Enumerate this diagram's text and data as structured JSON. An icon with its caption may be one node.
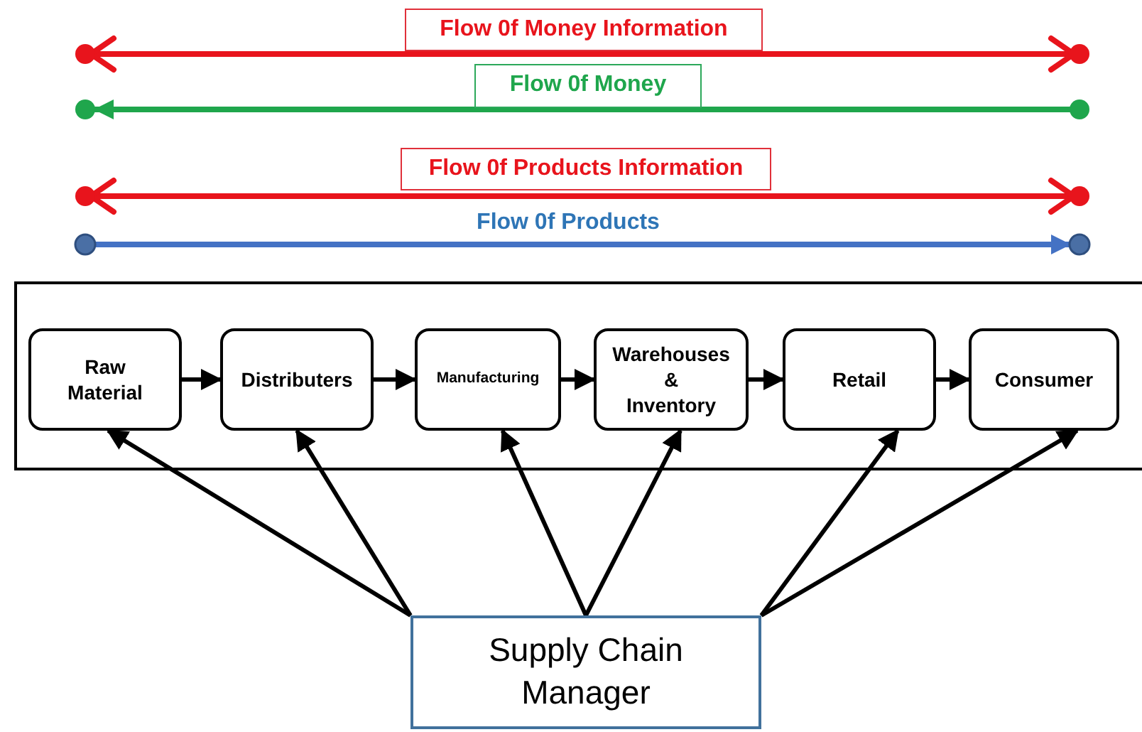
{
  "diagram": {
    "nodes": [
      {
        "text": [
          "Flow 0f Money Information"
        ]
      },
      {
        "text": [
          "Flow 0f Money"
        ]
      },
      {
        "text": [
          "Flow 0f Products Information"
        ]
      },
      {
        "text": [],
        "shape": "box"
      },
      {
        "text": [
          "Raw Material"
        ],
        "in": 3
      },
      {
        "text": [
          "Distributers"
        ],
        "in": 3
      },
      {
        "text": [
          "Manufacturing"
        ],
        "in": 3
      },
      {
        "text": [
          "Warehouses & Inventory"
        ],
        "in": 3
      },
      {
        "text": [
          "Retail"
        ],
        "in": 3
      },
      {
        "text": [
          "Consumer"
        ],
        "in": 3
      },
      {
        "text": [
          "Supply Chain Manager"
        ]
      }
    ],
    "edges": [
      {
        "from": 4,
        "to": 5,
        "arrow": "to"
      },
      {
        "from": 5,
        "to": 6,
        "arrow": "to"
      },
      {
        "from": 6,
        "to": 7,
        "arrow": "to"
      },
      {
        "from": 7,
        "to": 8,
        "arrow": "to"
      },
      {
        "from": 8,
        "to": 9,
        "arrow": "to"
      },
      {
        "from": 10,
        "to": 4,
        "arrow": "to"
      },
      {
        "from": 10,
        "to": 5,
        "arrow": "to"
      },
      {
        "from": 10,
        "to": 6,
        "arrow": "to"
      },
      {
        "from": 10,
        "to": 7,
        "arrow": "to"
      },
      {
        "from": 10,
        "to": 8,
        "arrow": "to"
      },
      {
        "from": 10,
        "to": 9,
        "arrow": "to"
      }
    ],
    "labels": [
      "Flow 0f Products"
    ]
  }
}
